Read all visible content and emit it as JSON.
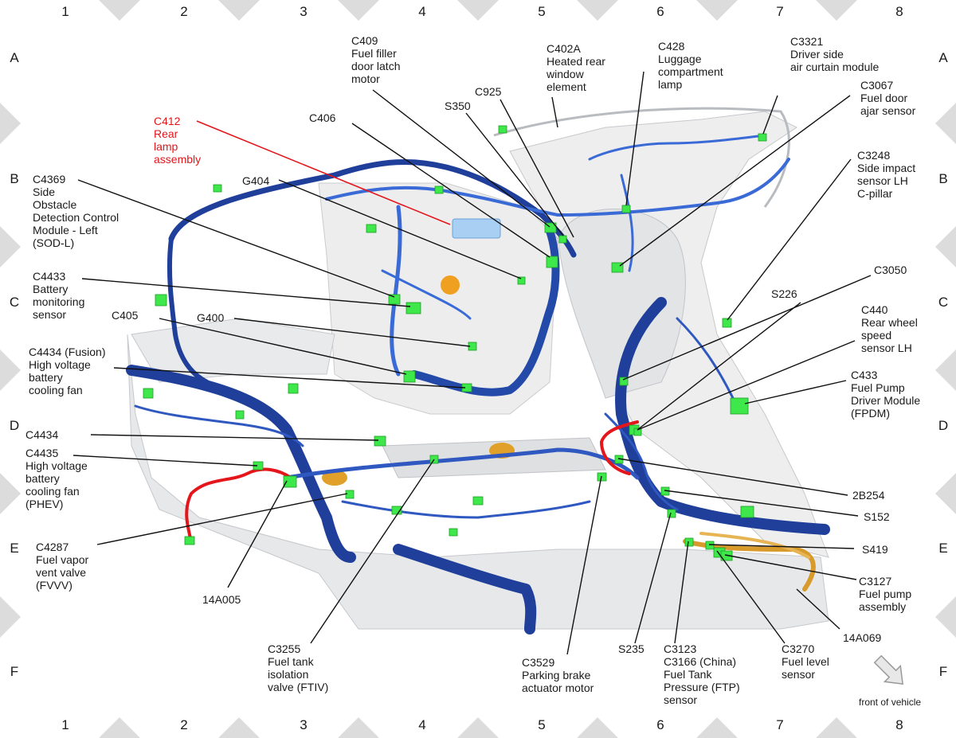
{
  "grid": {
    "columns": [
      "1",
      "2",
      "3",
      "4",
      "5",
      "6",
      "7",
      "8"
    ],
    "rows": [
      "A",
      "B",
      "C",
      "D",
      "E",
      "F"
    ]
  },
  "colors": {
    "harness_main": "#1f3f9a",
    "harness_light": "#3a6ad6",
    "connector": "#3ee84a",
    "highlight": "#e4161b",
    "fuel_line": "#d89a2a",
    "frame_triangle": "#dcdcdc"
  },
  "callouts": {
    "c412": [
      "C412",
      "Rear",
      "lamp",
      "assembly"
    ],
    "c409": [
      "C409",
      "Fuel filler",
      "door latch",
      "motor"
    ],
    "c402a": [
      "C402A",
      "Heated rear",
      "window",
      "element"
    ],
    "c428": [
      "C428",
      "Luggage",
      "compartment",
      "lamp"
    ],
    "c3321": [
      "C3321",
      "Driver side",
      "air curtain module"
    ],
    "c925": [
      "C925"
    ],
    "s350": [
      "S350"
    ],
    "c406": [
      "C406"
    ],
    "c3067": [
      "C3067",
      "Fuel door",
      "ajar sensor"
    ],
    "c3248": [
      "C3248",
      "Side impact",
      "sensor LH",
      "C-pillar"
    ],
    "c4369": [
      "C4369",
      "Side",
      "Obstacle",
      "Detection Control",
      "Module - Left",
      "(SOD-L)"
    ],
    "g404": [
      "G404"
    ],
    "c4433": [
      "C4433",
      "Battery",
      "monitoring",
      "sensor"
    ],
    "c3050": [
      "C3050"
    ],
    "s226": [
      "S226"
    ],
    "c405": [
      "C405"
    ],
    "g400": [
      "G400"
    ],
    "c440": [
      "C440",
      "Rear wheel",
      "speed",
      "sensor LH"
    ],
    "c4434_fusion": [
      "C4434 (Fusion)",
      "High voltage",
      "battery",
      "cooling fan"
    ],
    "c433": [
      "C433",
      "Fuel Pump",
      "Driver Module",
      "(FPDM)"
    ],
    "c4434": [
      "C4434"
    ],
    "c4435": [
      "C4435",
      "High voltage",
      "battery",
      "cooling fan",
      "(PHEV)"
    ],
    "n2b254": [
      "2B254"
    ],
    "s152": [
      "S152"
    ],
    "c4287": [
      "C4287",
      "Fuel vapor",
      "vent valve",
      "(FVVV)"
    ],
    "s419": [
      "S419"
    ],
    "c3127": [
      "C3127",
      "Fuel pump",
      "assembly"
    ],
    "n14a005": [
      "14A005"
    ],
    "n14a069": [
      "14A069"
    ],
    "c3255": [
      "C3255",
      "Fuel tank",
      "isolation",
      "valve (FTIV)"
    ],
    "s235": [
      "S235"
    ],
    "c3529": [
      "C3529",
      "Parking brake",
      "actuator motor"
    ],
    "c3123": [
      "C3123",
      "C3166 (China)",
      "Fuel Tank",
      "Pressure (FTP)",
      "sensor"
    ],
    "c3270": [
      "C3270",
      "Fuel level",
      "sensor"
    ]
  },
  "orientation": {
    "label": "front of vehicle",
    "icon": "front-arrow-icon"
  }
}
